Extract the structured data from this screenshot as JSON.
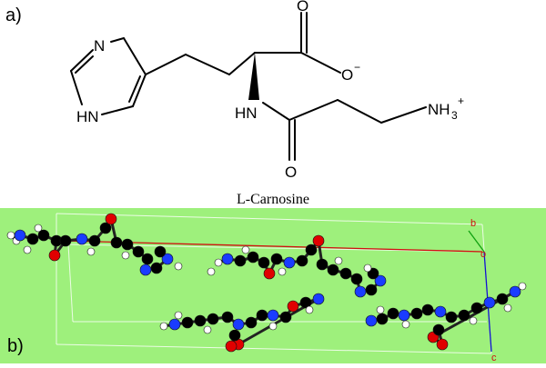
{
  "panel_a": {
    "label": "a)",
    "caption": "L-Carnosine",
    "atoms": {
      "o_top": "O",
      "o_minus": "O",
      "o_minus_charge": "−",
      "n_ring": "N",
      "nh_ring": "HN",
      "nh_amide": "HN",
      "o_bottom": "O",
      "nh3": "NH",
      "nh3_sub": "3",
      "nh3_charge": "+"
    }
  },
  "panel_b": {
    "label": "b)",
    "axis_labels": {
      "b": "b",
      "o": "o",
      "c": "c"
    },
    "colors": {
      "background": "#9ef07c",
      "carbon": "#000000",
      "oxygen": "#e00000",
      "nitrogen": "#1a3cff",
      "hydrogen": "#ffffff",
      "axis_a": "#d01010",
      "axis_b": "#10a010",
      "axis_c": "#1010d0"
    }
  }
}
